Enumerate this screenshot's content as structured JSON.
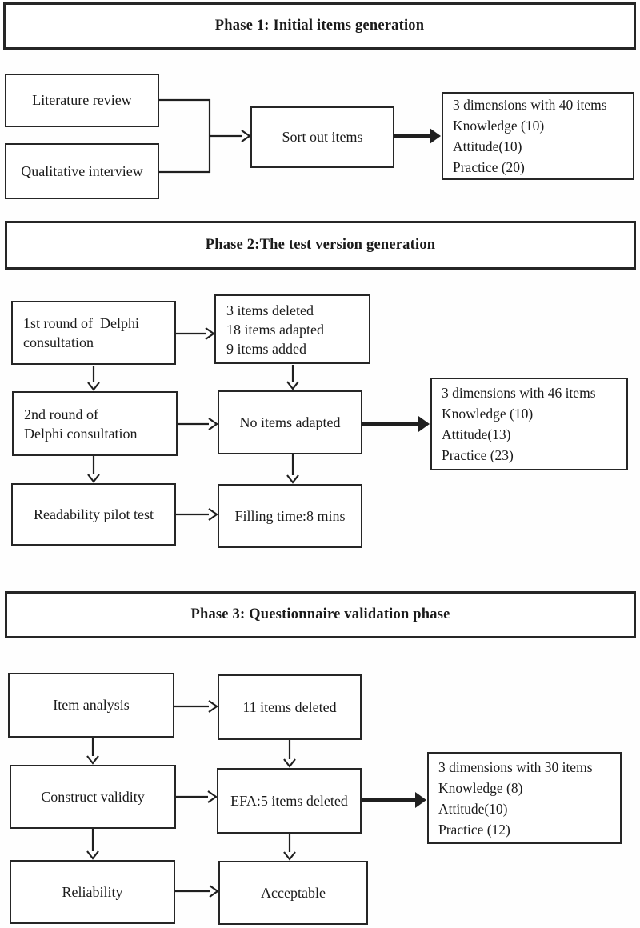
{
  "phase1": {
    "title": "Phase 1: Initial items generation",
    "literature_review": "Literature review",
    "qualitative_interview": "Qualitative interview",
    "sort_out_items": "Sort out items",
    "result": {
      "line1": "3 dimensions with 40 items",
      "line2": "Knowledge (10)",
      "line3": "Attitude(10)",
      "line4": "Practice (20)"
    }
  },
  "phase2": {
    "title": "Phase 2:The test version generation",
    "delphi_round1": {
      "line1": "1st round of  Delphi",
      "line2": "consultation"
    },
    "round1_outcome": {
      "line1": "3 items deleted",
      "line2": "18 items adapted",
      "line3": "9 items added"
    },
    "delphi_round2": {
      "line1": "2nd round of",
      "line2": "Delphi consultation"
    },
    "no_items_adapted": "No items adapted",
    "result": {
      "line1": "3 dimensions with 46 items",
      "line2": "Knowledge (10)",
      "line3": "Attitude(13)",
      "line4": "Practice (23)"
    },
    "readability_pilot_test": "Readability pilot test",
    "filling_time": "Filling time:8 mins"
  },
  "phase3": {
    "title": "Phase 3: Questionnaire validation phase",
    "item_analysis": "Item analysis",
    "items_deleted": "11 items deleted",
    "construct_validity": "Construct validity",
    "efa": "EFA:5 items deleted",
    "result": {
      "line1": "3 dimensions with 30 items",
      "line2": "Knowledge (8)",
      "line3": "Attitude(10)",
      "line4": "Practice (12)"
    },
    "reliability": "Reliability",
    "acceptable": "Acceptable"
  },
  "colors": {
    "line": "#1f1f1f",
    "border": "#262626",
    "background": "#fefefe"
  }
}
